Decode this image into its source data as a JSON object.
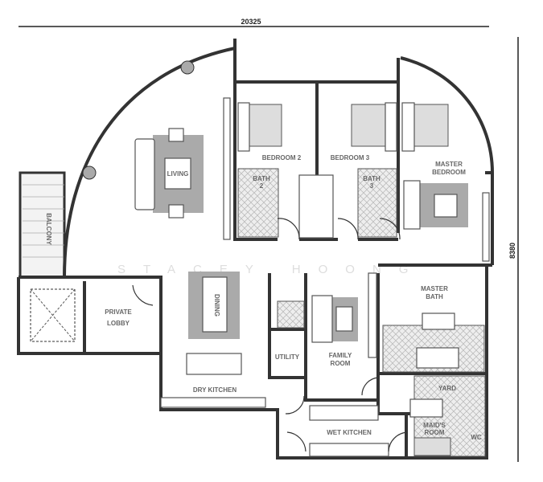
{
  "dimensions": {
    "width": "20325",
    "height": "8380"
  },
  "watermark": "STACEY HOONG",
  "rooms": {
    "living": "LIVING",
    "bedroom2": "BEDROOM 2",
    "bedroom3": "BEDROOM 3",
    "master_bedroom": [
      "MASTER",
      "BEDROOM"
    ],
    "bath2": [
      "BATH",
      "2"
    ],
    "bath3": [
      "BATH",
      "3"
    ],
    "balcony": "BALCONY",
    "private_lobby": [
      "PRIVATE",
      "LOBBY"
    ],
    "dining": "DINING",
    "utility": "UTILITY",
    "family_room": [
      "FAMILY",
      "ROOM"
    ],
    "master_bath": [
      "MASTER",
      "BATH"
    ],
    "dry_kitchen": "DRY KITCHEN",
    "wet_kitchen": "WET KITCHEN",
    "yard": "YARD",
    "maids_room": [
      "MAID'S",
      "ROOM"
    ],
    "wc": "WC"
  }
}
